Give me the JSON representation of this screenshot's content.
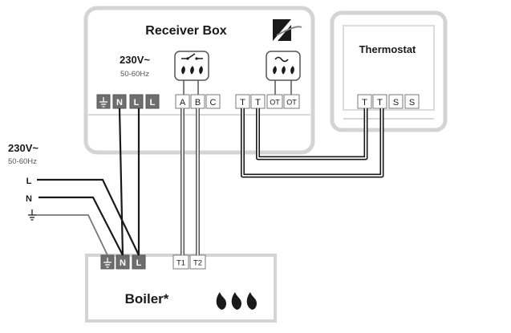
{
  "receiver": {
    "title": "Receiver Box",
    "supply_voltage": "230V~",
    "supply_freq": "50-60Hz",
    "terminals": [
      "N",
      "L",
      "L",
      "A",
      "B",
      "C",
      "T",
      "T",
      "OT",
      "OT"
    ]
  },
  "thermostat": {
    "title": "Thermostat",
    "terminals": [
      "T",
      "T",
      "S",
      "S"
    ]
  },
  "mains": {
    "voltage": "230V~",
    "freq": "50-60Hz",
    "line_L": "L",
    "line_N": "N"
  },
  "boiler": {
    "title": "Boiler*",
    "terminals": [
      "N",
      "L",
      "T1",
      "T2"
    ]
  },
  "colors": {
    "box_border": "#cfcfcf",
    "terminal_dark": "#6e6e6e",
    "wire": "#1a1a1a",
    "text": "#1a1a1a"
  }
}
